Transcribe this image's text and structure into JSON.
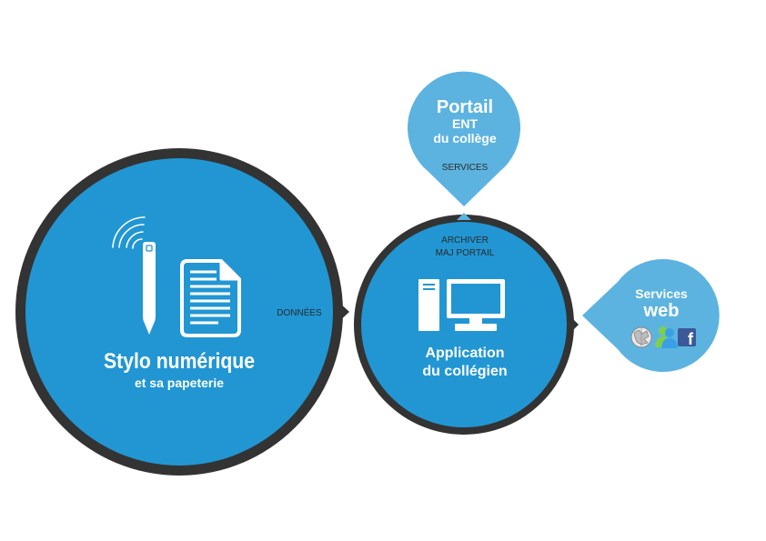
{
  "colors": {
    "blue": "#2196d3",
    "light_blue": "#5cb3e0",
    "ring": "#333333",
    "white": "#ffffff",
    "label": "#2b2b2b"
  },
  "pen": {
    "title": "Stylo numérique",
    "subtitle": "et sa papeterie",
    "icons": [
      "wifi-signal-icon",
      "digital-pen-icon",
      "document-icon"
    ]
  },
  "connector_pen_app": {
    "label": "DONNÉES"
  },
  "app": {
    "title_line1": "Application",
    "title_line2": "du collégien",
    "top_label_line1": "ARCHIVER",
    "top_label_line2": "MAJ PORTAIL",
    "icons": [
      "computer-tower-icon",
      "monitor-icon"
    ]
  },
  "portal": {
    "line1": "Portail",
    "line2": "ENT",
    "line3": "du collège",
    "label": "SERVICES"
  },
  "web": {
    "line1": "Services",
    "line2": "web",
    "icons": [
      "wikipedia-icon",
      "messenger-icon",
      "facebook-icon"
    ],
    "facebook_letter": "f"
  }
}
